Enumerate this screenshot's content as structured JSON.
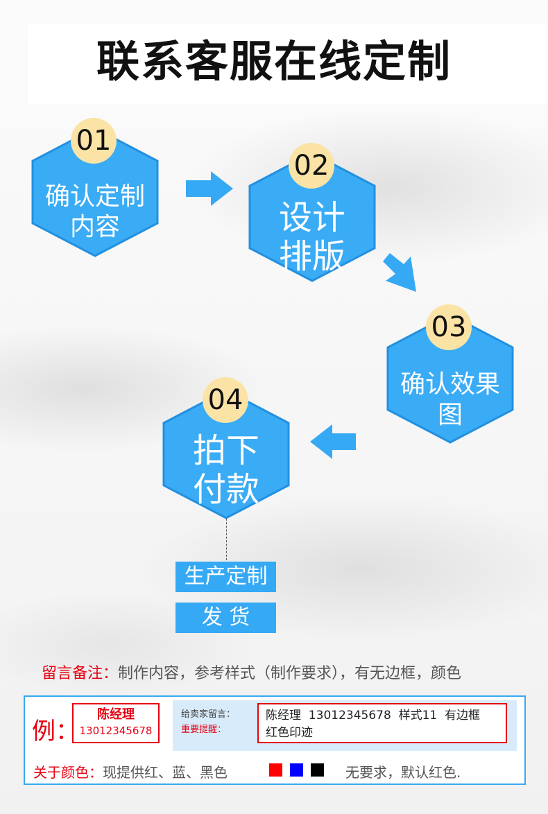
{
  "title": "联系客服在线定制",
  "steps": [
    {
      "num": "01",
      "line1": "确认定制",
      "line2": "内容"
    },
    {
      "num": "02",
      "line1": "设计",
      "line2": "排版"
    },
    {
      "num": "03",
      "line1": "确认效果",
      "line2": "图"
    },
    {
      "num": "04",
      "line1": "拍下",
      "line2": "付款"
    }
  ],
  "after_steps": [
    "生产定制",
    "发 货"
  ],
  "note": {
    "label": "留言备注：",
    "text": "制作内容，参考样式（制作要求），有无边框，颜色"
  },
  "example": {
    "label": "例：",
    "name": "陈经理",
    "phone": "13012345678",
    "seller_label": "给卖家留言：",
    "reminder_label": "重要提醒：",
    "message_line1": "陈经理  13012345678  样式11  有边框",
    "message_line2": "红色印迹"
  },
  "colors": {
    "label": "关于颜色：",
    "text": "现提供红、蓝、黑色",
    "swatches": [
      "#ff0000",
      "#0000ff",
      "#000000"
    ],
    "default_text": "无要求，默认红色."
  },
  "theme": {
    "accent": "#36a9f4",
    "badge": "#fbe3a6",
    "red": "#e60012"
  }
}
